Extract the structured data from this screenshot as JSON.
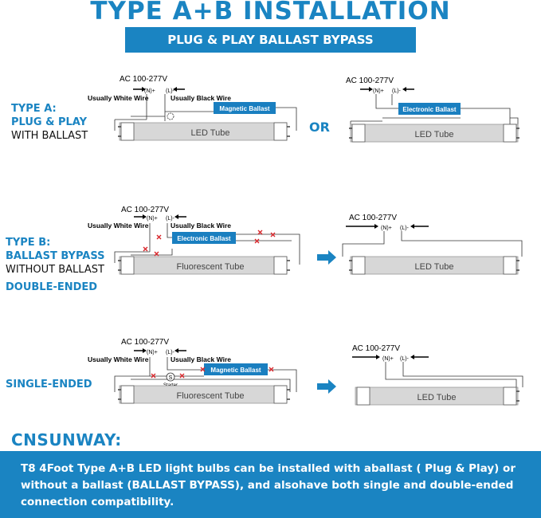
{
  "header": {
    "title": "TYPE A+B INSTALLATION",
    "subtitle": "PLUG & PLAY BALLAST BYPASS"
  },
  "labels": {
    "type_a": [
      "TYPE A:",
      "PLUG & PLAY",
      "WITH BALLAST"
    ],
    "type_b": [
      "TYPE B:",
      "BALLAST BYPASS",
      "WITHOUT BALLAST"
    ],
    "double_ended": "DOUBLE-ENDED",
    "single_ended": "SINGLE-ENDED",
    "or": "OR"
  },
  "wiring": {
    "voltage": "AC 100-277V",
    "neutral": "(N)+",
    "live": "(L)-",
    "white_wire": "Usually White Wire",
    "black_wire": "Usually Black Wire",
    "magnetic_ballast": "Magnetic Ballast",
    "electronic_ballast": "Electronic Ballast",
    "led_tube": "LED Tube",
    "fluorescent_tube": "Fluorescent Tube",
    "starter_symbol": "S",
    "starter_label": "Starter"
  },
  "footer": {
    "brand": "CNSUNWAY:",
    "description": "T8 4Foot Type A+B LED light bulbs can be installed with aballast ( Plug & Play) or without a ballast (BALLAST BYPASS), and alsohave both single and double-ended connection compatibility."
  },
  "colors": {
    "accent": "#1a84c2",
    "ballast_fill": "#1a7fc0",
    "cross_mark": "#d9262b",
    "tube_fill": "#d7d7d7"
  }
}
